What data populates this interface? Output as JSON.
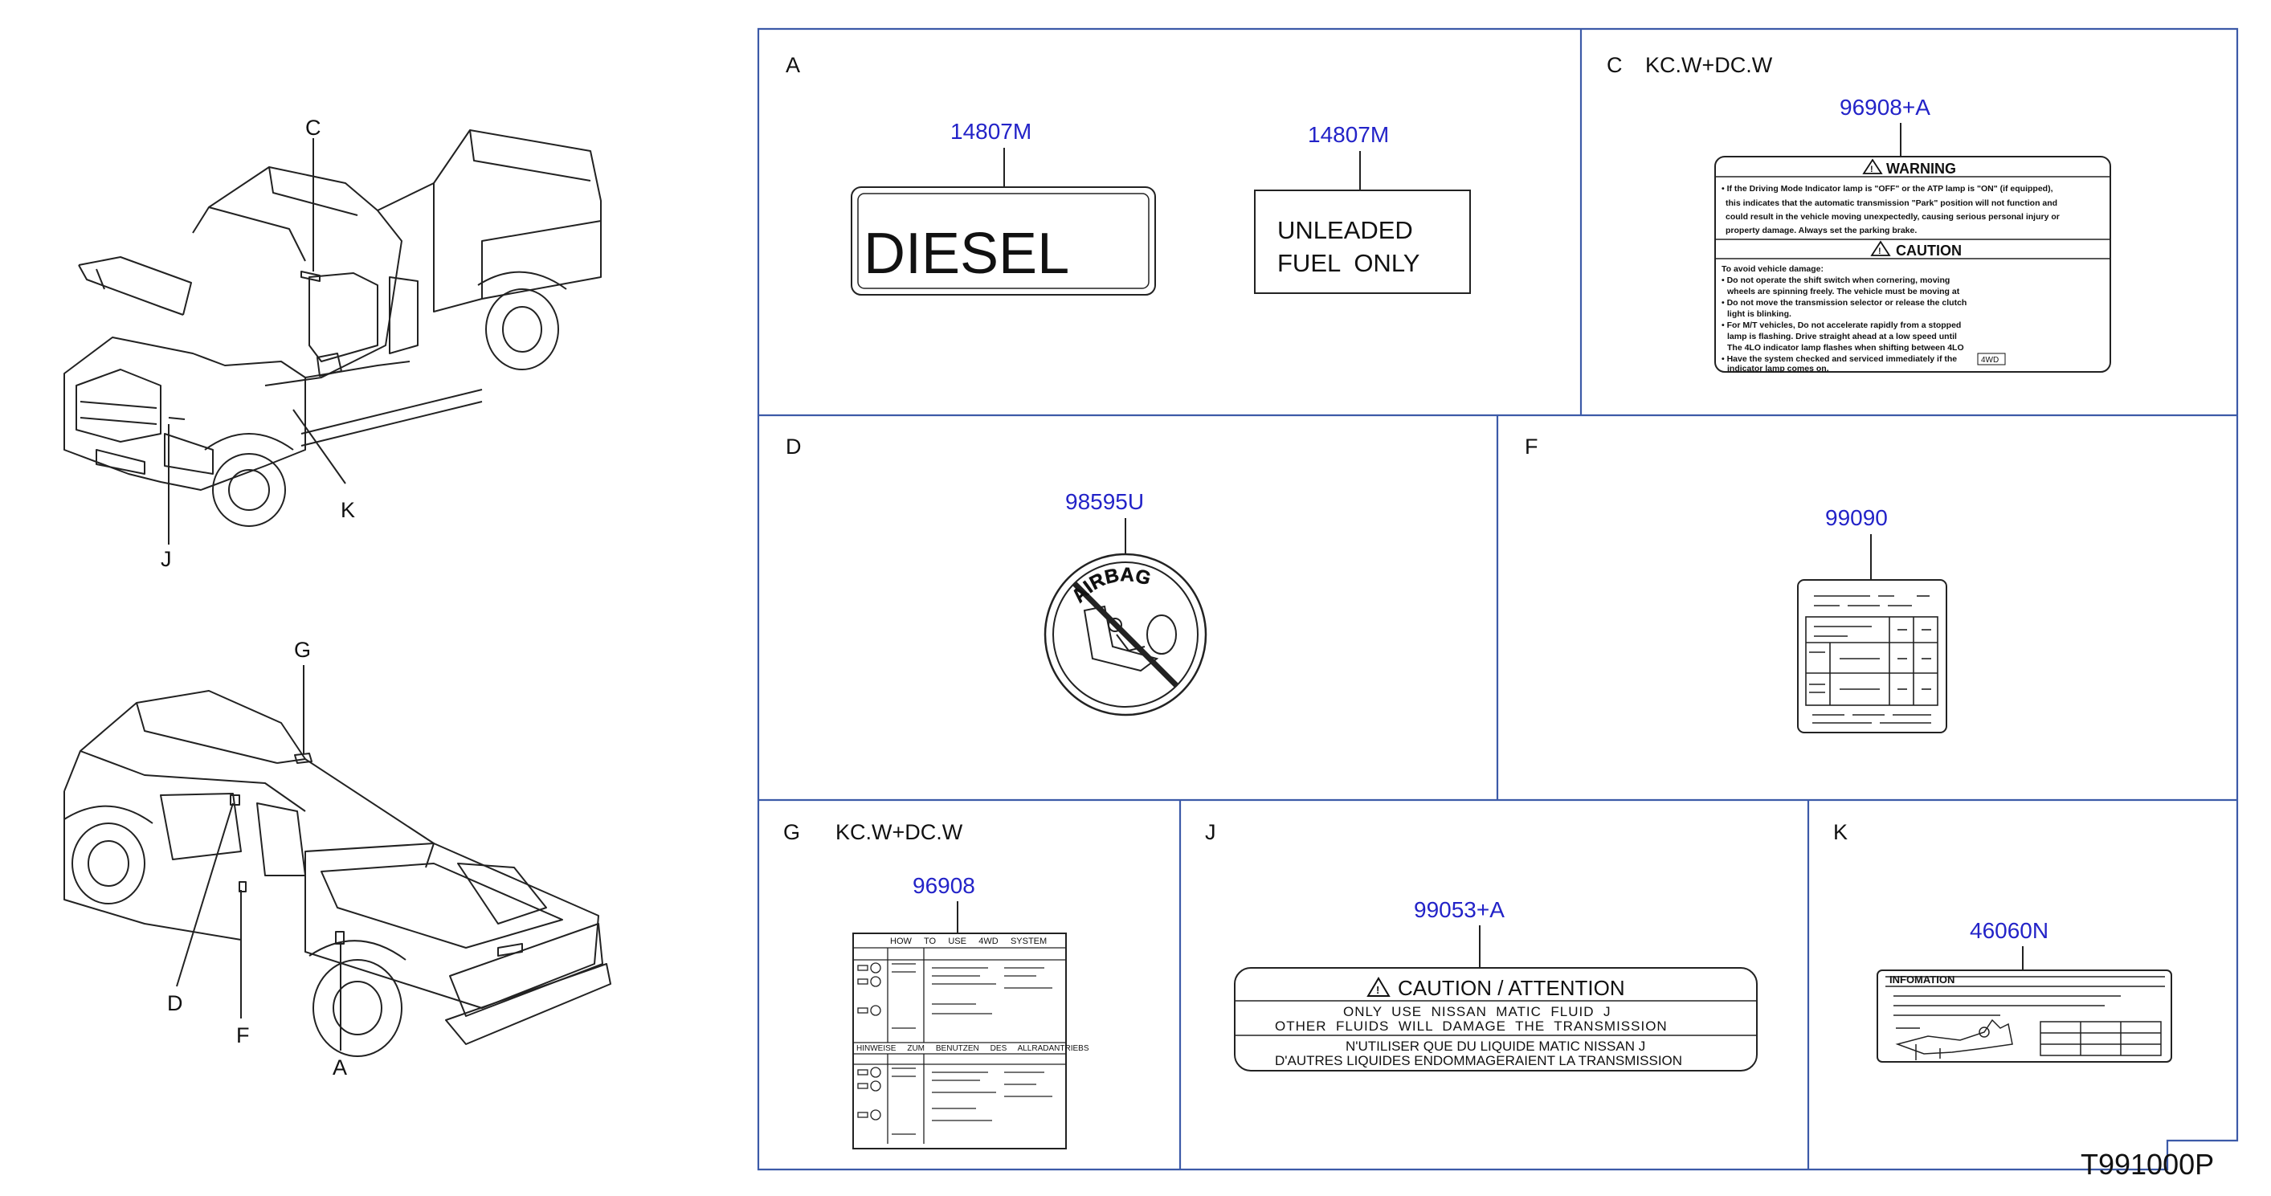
{
  "vehicle_callouts": {
    "front_view": {
      "c": "C",
      "k": "K",
      "j": "J"
    },
    "rear_view": {
      "g": "G",
      "d": "D",
      "f": "F",
      "a": "A"
    }
  },
  "panels": {
    "a": {
      "letter": "A",
      "part_left": "14807M",
      "part_right": "14807M",
      "label_diesel": "DIESEL",
      "label_unleaded_line1": "UNLEADED",
      "label_unleaded_line2": "FUEL  ONLY"
    },
    "c": {
      "letter": "C",
      "variant": "KC.W+DC.W",
      "part": "96908+A",
      "warning_title": "WARNING",
      "warning_lines": [
        "• If the Driving Mode Indicator lamp is \"OFF\" or the ATP lamp is \"ON\" (if equipped),",
        "this indicates that the automatic transmission \"Park\" position will not function and",
        "could result in the vehicle moving unexpectedly, causing serious personal injury or",
        "property damage. Always set the parking brake."
      ],
      "caution_title": "CAUTION",
      "caution_lines": [
        "To avoid vehicle damage:",
        "• Do not  operate the shift switch when cornering, moving",
        "wheels are spinning freely. The vehicle must be moving at",
        "• Do not move the transmission selector or release the clutch",
        "light is blinking.",
        "• For M/T vehicles, Do not accelerate rapidly from a stopped",
        "lamp is flashing. Drive straight ahead at a low speed until",
        "The 4LO indicator lamp flashes when shifting between 4LO",
        "• Have the system checked and serviced immediately if the",
        "indicator lamp comes on."
      ],
      "fourwd_box": "4WD"
    },
    "d": {
      "letter": "D",
      "part": "98595U",
      "airbag_text": "AIRBAG"
    },
    "f": {
      "letter": "F",
      "part": "99090"
    },
    "g": {
      "letter": "G",
      "variant": "KC.W+DC.W",
      "part": "96908",
      "title_en": "HOW     TO     USE     4WD     SYSTEM",
      "title_de": "HINWEISE     ZUM     BENUTZEN     DES     ALLRADANTRIEBS"
    },
    "j": {
      "letter": "J",
      "part": "99053+A",
      "heading": "CAUTION / ATTENTION",
      "line1": "ONLY  USE  NISSAN  MATIC  FLUID  J",
      "line2": "OTHER  FLUIDS  WILL  DAMAGE  THE  TRANSMISSION",
      "line3": "N'UTILISER QUE DU LIQUIDE MATIC NISSAN J",
      "line4": "D'AUTRES LIQUIDES ENDOMMAGERAIENT LA TRANSMISSION"
    },
    "k": {
      "letter": "K",
      "part": "46060N",
      "heading": "INFOMATION"
    }
  },
  "diagram_code": "T991000P",
  "colors": {
    "part_number": "#2323c8",
    "frame": "#3c5aa8",
    "line": "#222222"
  }
}
